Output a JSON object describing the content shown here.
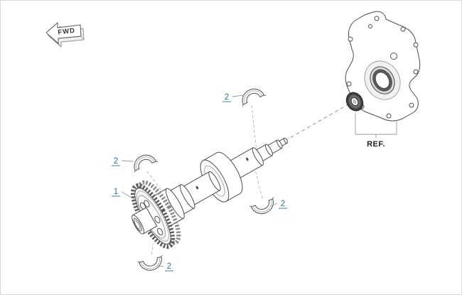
{
  "canvas": {
    "background": "#ffffff",
    "border": "#d9d9d9"
  },
  "direction_marker": {
    "label": "FWD"
  },
  "callouts": {
    "item1": {
      "label": "1"
    },
    "item2_top": {
      "label": "2"
    },
    "item2_left": {
      "label": "2"
    },
    "item2_right": {
      "label": "2"
    },
    "item2_bottom": {
      "label": "2"
    }
  },
  "reference": {
    "label": "REF."
  },
  "colors": {
    "callout_blue": "#2b6fad",
    "line_gray": "#9a9a9a",
    "part_stroke": "#4d4d4d",
    "seal_dark": "#3f3f3f"
  }
}
